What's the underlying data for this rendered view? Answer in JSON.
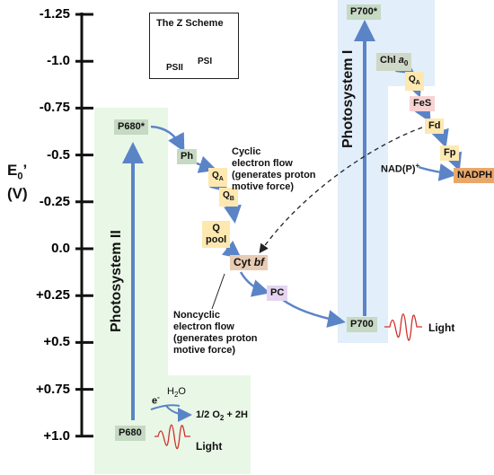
{
  "inset": {
    "title": "The Z Scheme",
    "left_label": "PSII",
    "right_label": "PSI"
  },
  "axis": {
    "label_main": "E",
    "label_sub": "0",
    "label_prime": "’",
    "label_unit": "(V)",
    "ticks": [
      "-1.25",
      "-1.0",
      "-0.75",
      "-0.5",
      "-0.25",
      "0.0",
      "+0.25",
      "+0.5",
      "+0.75",
      "+1.0"
    ]
  },
  "photosystems": {
    "ps2": "Photosystem II",
    "ps1": "Photosystem I"
  },
  "carriers": {
    "p680": "P680",
    "p680_star": "P680*",
    "ph": "Ph",
    "qa": "Q",
    "qa_sub": "A",
    "qb": "Q",
    "qb_sub": "B",
    "qpool_1": "Q",
    "qpool_2": "pool",
    "cytbf_1": "Cyt",
    "cytbf_2": "bf",
    "pc": "PC",
    "p700": "P700",
    "p700_star": "P700*",
    "chla0_1": "Chl",
    "chla0_2": "a",
    "chla0_sub": "0",
    "qa1": "Q",
    "qa1_sub": "A",
    "fes": "FeS",
    "fd": "Fd",
    "fp": "Fp",
    "nadph": "NADPH",
    "nadp": "NAD(P)",
    "nadp_sup": "+"
  },
  "annotations": {
    "cyclic": [
      "Cyclic",
      "electron flow",
      "(generates proton",
      "motive force)"
    ],
    "noncyclic": [
      "Noncyclic",
      "electron flow",
      "(generates proton",
      "motive force)"
    ],
    "electron": "e",
    "electron_sup": "-",
    "water": "H",
    "water_sub": "2",
    "water_end": "O",
    "oxygen_1": "1/2 O",
    "oxygen_sub": "2",
    "oxygen_2": " + 2H",
    "light_ps2": "Light",
    "light_ps1": "Light"
  },
  "colors": {
    "ps2_bg": "#e9f7e6",
    "ps1_bg": "#e2eef9",
    "arrow_blue": "#5b84c7",
    "light_red": "#d0312d",
    "p_box": "#c5d9c3",
    "yellow_box": "#fde8b0",
    "pink_box": "#f6d3d2",
    "cyt_box": "#e8cbb4",
    "pc_box": "#e4d4ef",
    "nadph_box": "#e9a86b",
    "chl_box": "#cfd8c7"
  }
}
